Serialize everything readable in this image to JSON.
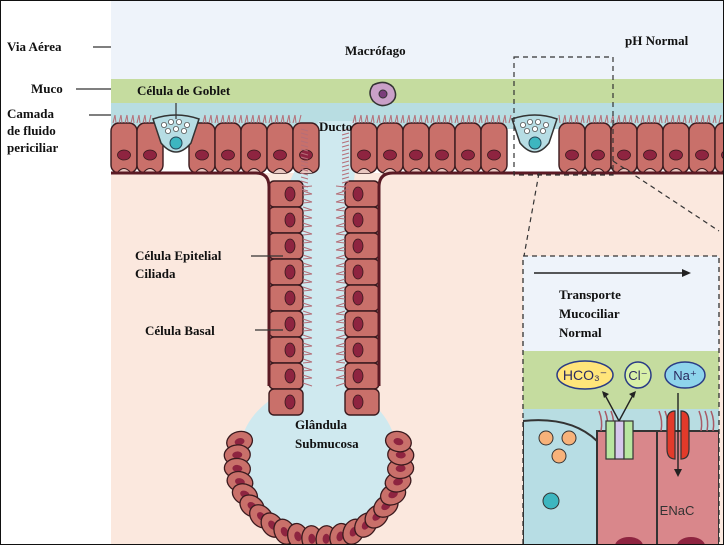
{
  "labels": {
    "via_aerea": "Via Aérea",
    "muco": "Muco",
    "camada": "Camada\nde fluido\npericiliar",
    "macrofago": "Macrófago",
    "ph_normal": "pH Normal",
    "celula_goblet": "Célula de Goblet",
    "ducto": "Ducto",
    "celula_epitelial": "Célula Epitelial\nCiliada",
    "celula_basal": "Célula Basal",
    "glandula": "Glândula\nSubmucosa",
    "transporte": "Transporte\nMucociliar\nNormal"
  },
  "ions": {
    "hco3": "HCO₃⁻",
    "cl": "Cl⁻",
    "na": "Na⁺",
    "enac": "ENaC"
  },
  "colors": {
    "airway": "#eef3fa",
    "mucus": "#c5dc9f",
    "pcl": "#b8dde2",
    "tissue": "#fbe8de",
    "cell": "#c9706a",
    "nucleus": "#8e2440"
  }
}
